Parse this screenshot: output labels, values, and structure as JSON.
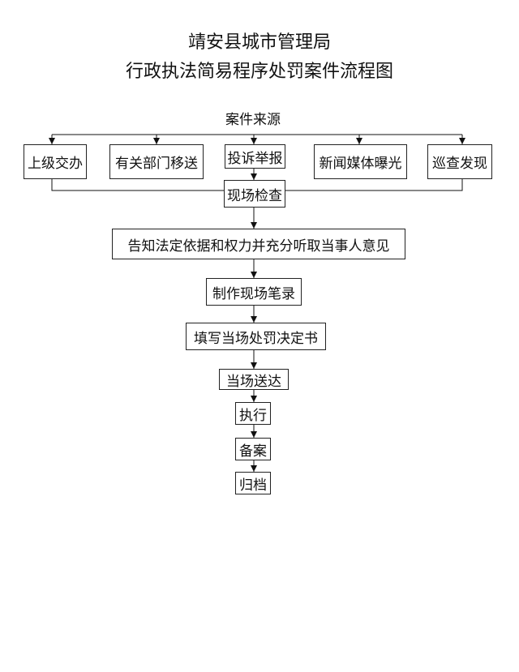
{
  "header": {
    "org": "靖安县城市管理局",
    "title": "行政执法简易程序处罚案件流程图"
  },
  "sources_label": "案件来源",
  "sources": [
    "上级交办",
    "有关部门移送",
    "投诉举报",
    "新闻媒体曝光",
    "巡查发现"
  ],
  "steps": [
    "现场检查",
    "告知法定依据和权力并充分听取当事人意见",
    "制作现场笔录",
    "填写当场处罚决定书",
    "当场送达",
    "执行",
    "备案",
    "归档"
  ]
}
